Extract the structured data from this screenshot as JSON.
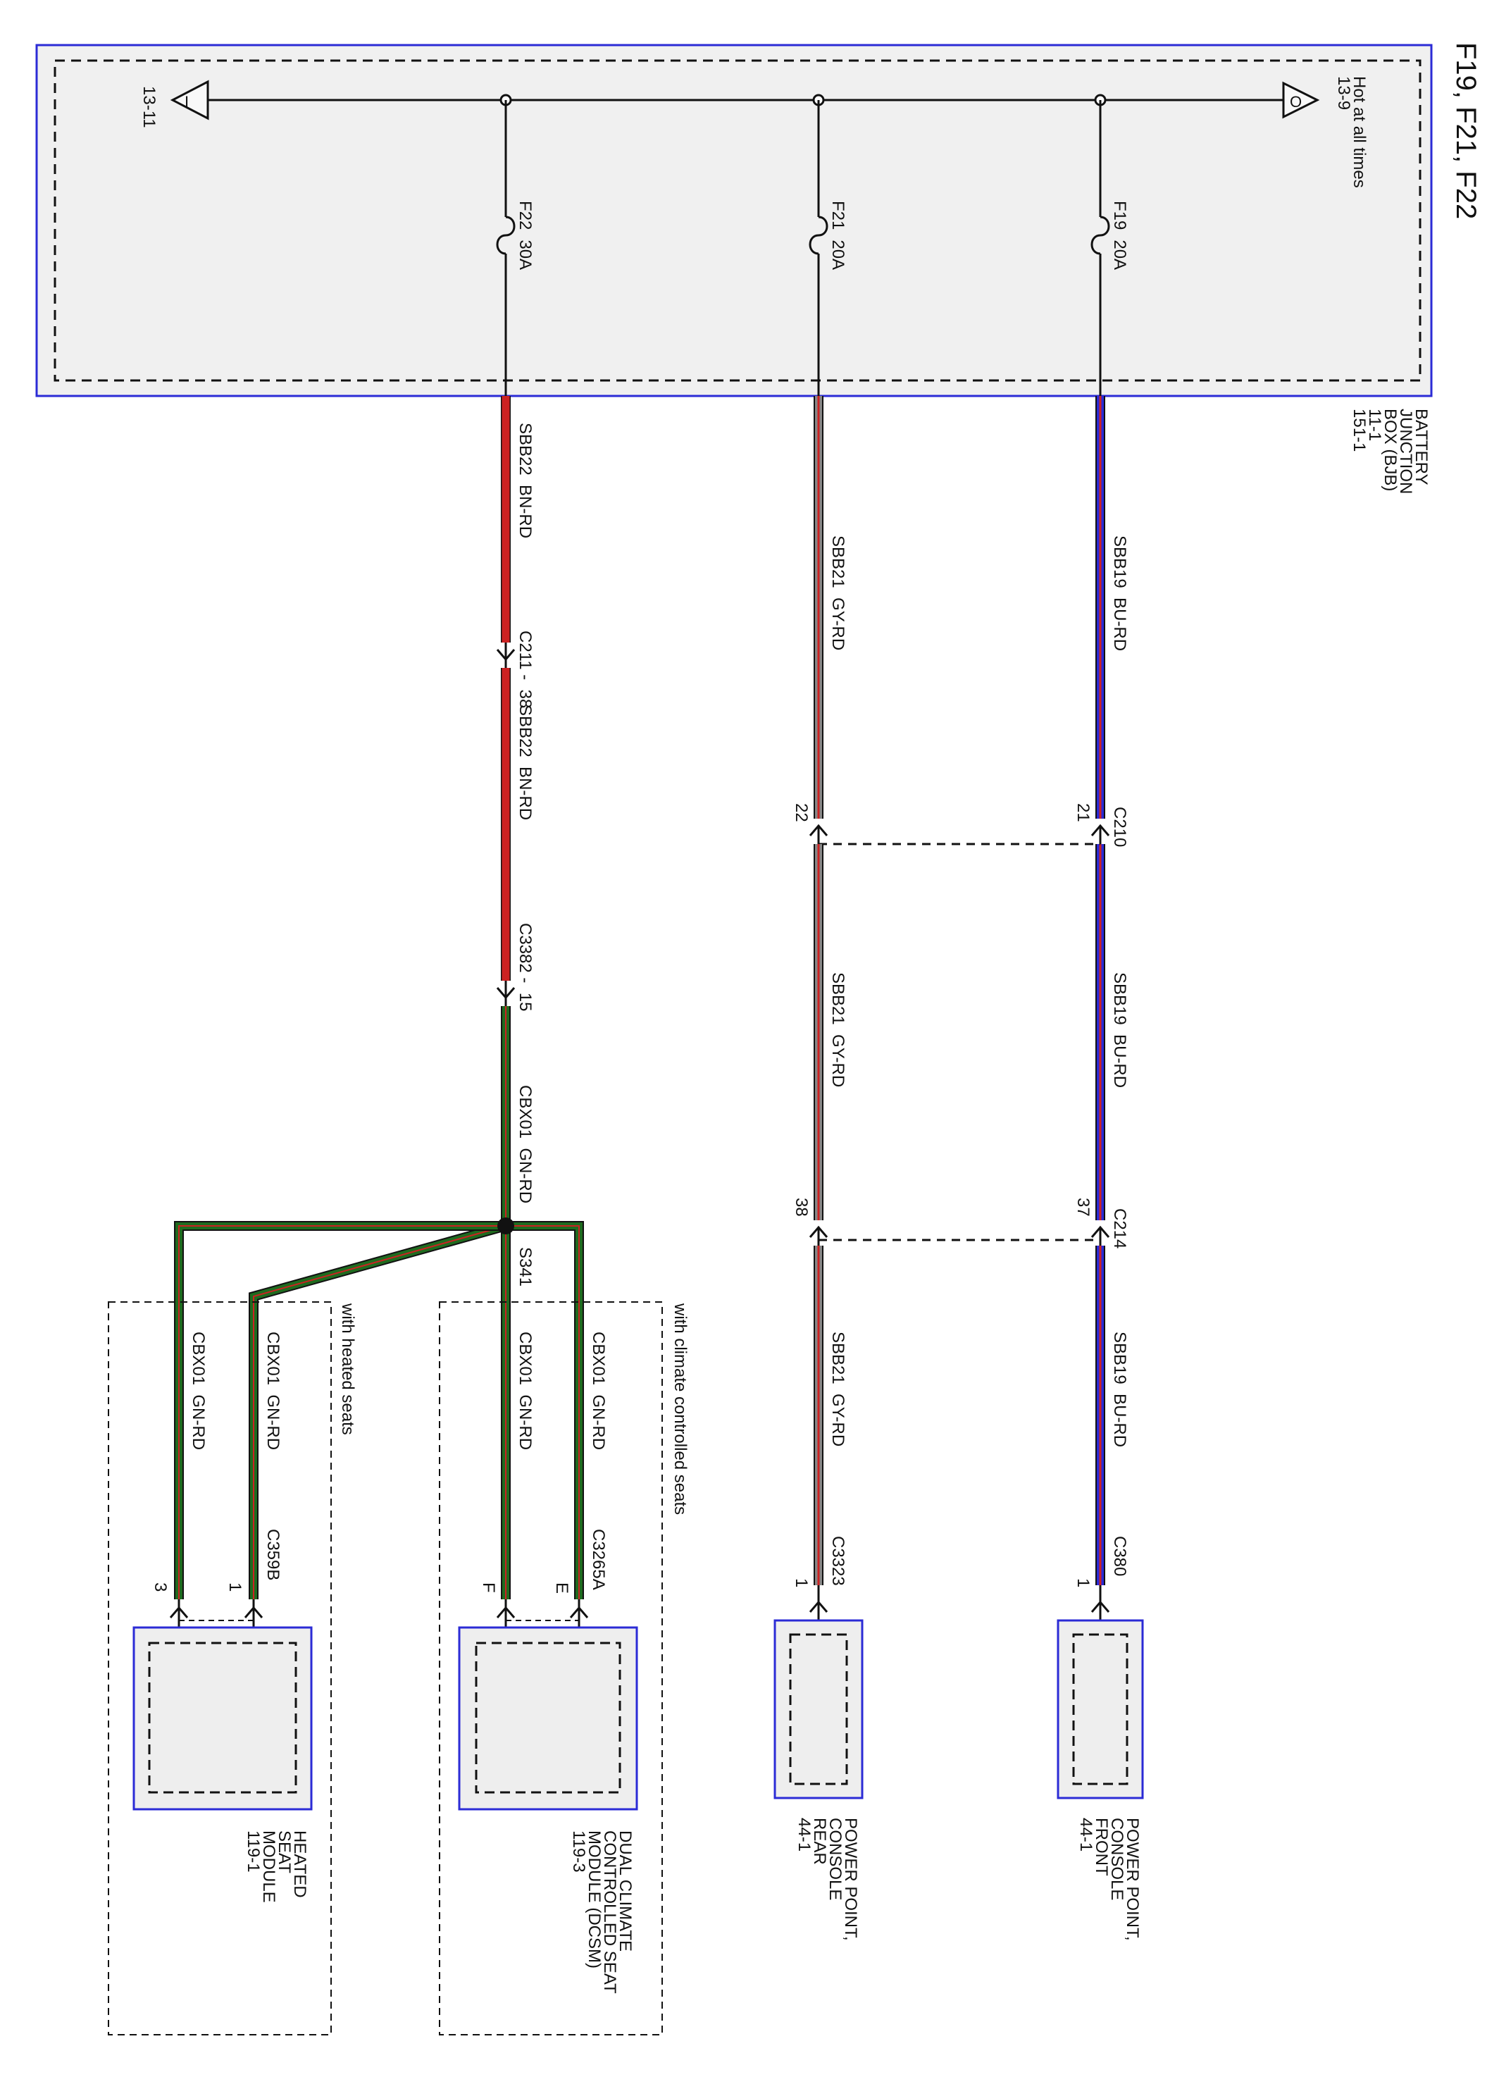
{
  "title": "F19, F21, F22",
  "colors": {
    "bjb_fill": "#f0f0f0",
    "bjb_border": "#2b2bd6",
    "wire_red": "#cc2222",
    "wire_blue": "#2b2bd6",
    "wire_gray": "#888888",
    "wire_green": "#1f6b1f",
    "outline": "#111111",
    "module_fill": "#eeeeee",
    "module_border": "#2b2bd6"
  },
  "bjb": {
    "label_lines": [
      "BATTERY",
      "JUNCTION",
      "BOX (BJB)",
      "11-1",
      "151-1"
    ],
    "hot_label": "Hot at all times",
    "ref_in": "13-9",
    "ref_out": "13-11"
  },
  "fuses": [
    {
      "id": "F19",
      "rating": "20A"
    },
    {
      "id": "F21",
      "rating": "20A"
    },
    {
      "id": "F22",
      "rating": "30A"
    }
  ],
  "wire_labels": {
    "sbb19_1": "SBB19  BU-RD",
    "sbb19_2": "SBB19  BU-RD",
    "sbb19_3": "SBB19  BU-RD",
    "sbb21_1": "SBB21  GY-RD",
    "sbb21_2": "SBB21  GY-RD",
    "sbb21_3": "SBB21  GY-RD",
    "sbb22_1": "SBB22  BN-RD",
    "sbb22_2": "SBB22  BN-RD",
    "cbx01_main": "CBX01  GN-RD",
    "cbx01_e": "CBX01  GN-RD",
    "cbx01_f": "CBX01  GN-RD",
    "cbx01_1": "CBX01  GN-RD",
    "cbx01_3": "CBX01  GN-RD"
  },
  "connectors": {
    "c210": "C210",
    "c210_pin_a": "21",
    "c210_pin_b": "22",
    "c214": "C214",
    "c214_pin_a": "37",
    "c214_pin_b": "38",
    "c380": "C380",
    "c380_pin": "1",
    "c3323": "C3323",
    "c3323_pin": "1",
    "c211": "C211 -  38",
    "c3382": "C3382 -  15",
    "s341": "S341",
    "c3265a": "C3265A",
    "pin_e": "E",
    "pin_f": "F",
    "c359b": "C359B",
    "pin_1": "1",
    "pin_3": "3"
  },
  "options": {
    "climate": "with climate controlled seats",
    "heated": "with heated seats"
  },
  "modules": {
    "ppf": [
      "POWER POINT,",
      "CONSOLE",
      "FRONT",
      "44-1"
    ],
    "ppr": [
      "POWER POINT,",
      "CONSOLE",
      "REAR",
      "44-1"
    ],
    "dcsm": [
      "DUAL CLIMATE",
      "CONTROLLED SEAT",
      "MODULE (DCSM)",
      "119-3"
    ],
    "hsm": [
      "HEATED",
      "SEAT",
      "MODULE",
      "119-1"
    ]
  }
}
